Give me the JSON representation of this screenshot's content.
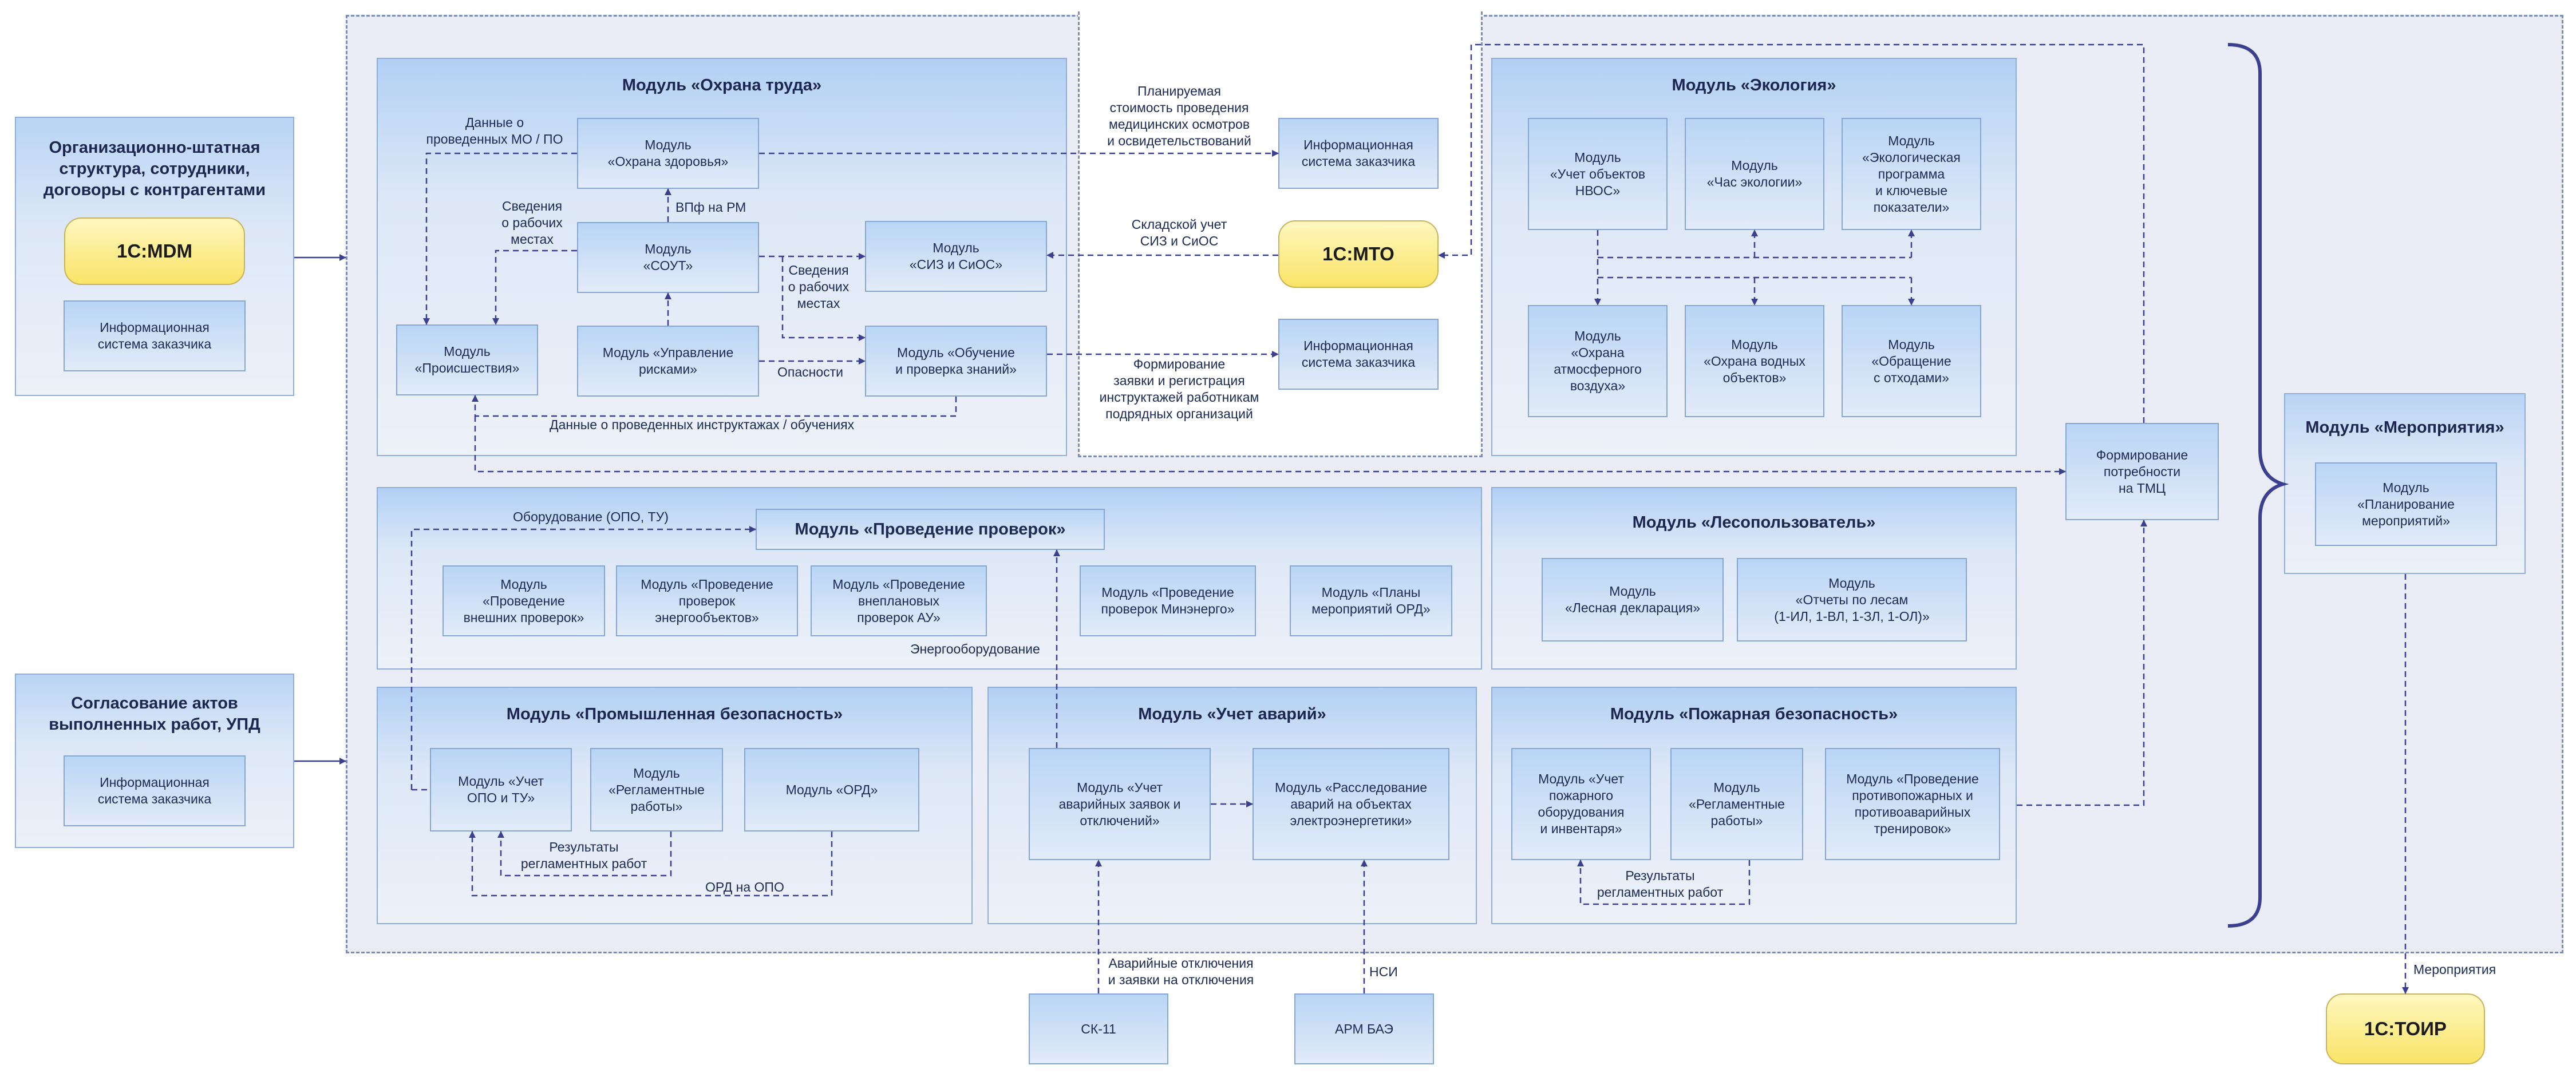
{
  "left": {
    "org_block": {
      "title": "Организационно-штатная\nструктура, сотрудники,\nдоговоры с контрагентами",
      "mdm_label": "1С:MDM",
      "client_system": "Информационная\nсистема заказчика"
    },
    "acts_block": {
      "title": "Согласование актов\nвыполненных работ, УПД",
      "client_system": "Информационная\nсистема заказчика"
    }
  },
  "labour": {
    "title": "Модуль «Охрана труда»",
    "health": "Модуль\n«Охрана здоровья»",
    "sout": "Модуль\n«СОУТ»",
    "siz": "Модуль\n«СИЗ и СиОС»",
    "incidents": "Модуль\n«Происшествия»",
    "risk": "Модуль «Управление\nрисками»",
    "training": "Модуль «Обучение\nи проверка знаний»",
    "lbl_mo_po": "Данные о\nпроведенных МО / ПО",
    "lbl_workplaces": "Сведения\nо рабочих\nместах",
    "lbl_vpf": "ВПф на РМ",
    "lbl_workplaces2": "Сведения\nо рабочих\nместах",
    "lbl_hazards": "Опасности",
    "lbl_briefings": "Данные о проведенных инструктажах / обучениях"
  },
  "middle": {
    "lbl_planned_cost": "Планируемая\nстоимость проведения\nмедицинских осмотров\nи освидетельствований",
    "client_system_1": "Информационная\nсистема заказчика",
    "lbl_warehouse": "Складской учет\nСИЗ и СиОС",
    "mto_label": "1С:МТО",
    "lbl_briefing_reg": "Формирование\nзаявки и регистрация\nинструктажей работникам\nподрядных организаций",
    "client_system_2": "Информационная\nсистема заказчика"
  },
  "ecology": {
    "title": "Модуль «Экология»",
    "nvos": "Модуль\n«Учет объектов\nНВОС»",
    "hour": "Модуль\n«Час экологии»",
    "program": "Модуль\n«Экологическая\nпрограмма\nи ключевые\nпоказатели»",
    "air": "Модуль\n«Охрана\nатмосферного\nвоздуха»",
    "water": "Модуль\n«Охрана водных\nобъектов»",
    "waste": "Модуль\n«Обращение\nс отходами»"
  },
  "tmc_box": "Формирование\nпотребности\nна ТМЦ",
  "events": {
    "title": "Модуль «Мероприятия»",
    "planning": "Модуль\n«Планирование\nмероприятий»"
  },
  "inspections": {
    "title": "Модуль «Проведение проверок»",
    "lbl_equipment": "Оборудование (ОПО, ТУ)",
    "external": "Модуль\n«Проведение\nвнешних проверок»",
    "energy": "Модуль «Проведение\nпроверок\nэнергообъектов»",
    "unplanned": "Модуль «Проведение\nвнеплановых\nпроверок АУ»",
    "minenergo": "Модуль «Проведение\nпроверок Минэнерго»",
    "ord_plans": "Модуль «Планы\nмероприятий ОРД»",
    "lbl_energy_equipment": "Энергооборудование"
  },
  "forestry": {
    "title": "Модуль «Лесопользователь»",
    "declaration": "Модуль\n«Лесная декларация»",
    "reports": "Модуль\n«Отчеты по лесам\n(1-ИЛ, 1-ВЛ, 1-ЗЛ, 1-ОЛ)»"
  },
  "industrial": {
    "title": "Модуль «Промышленная безопасность»",
    "opo": "Модуль «Учет\nОПО и ТУ»",
    "routine": "Модуль\n«Регламентные\nработы»",
    "ord": "Модуль «ОРД»",
    "lbl_routine_results": "Результаты\nрегламентных работ",
    "lbl_ord_opo": "ОРД на ОПО"
  },
  "accidents": {
    "title": "Модуль «Учет аварий»",
    "requests": "Модуль «Учет\nаварийных заявок и\nотключений»",
    "investigation": "Модуль «Расследование\nаварий на объектах\nэлектроэнергетики»"
  },
  "fire": {
    "title": "Модуль «Пожарная безопасность»",
    "equipment": "Модуль «Учет\nпожарного\nоборудования\nи инвентаря»",
    "routine": "Модуль\n«Регламентные\nработы»",
    "drills": "Модуль «Проведение\nпротивопожарных и\nпротивоаварийных\nтренировок»",
    "lbl_routine_results": "Результаты\nрегламентных работ"
  },
  "bottom": {
    "lbl_outages": "Аварийные отключения\nи заявки на отключения",
    "sk11": "СК-11",
    "lbl_nsi": "НСИ",
    "arm": "АРМ БАЭ",
    "lbl_events": "Мероприятия",
    "toir_label": "1С:ТОИР"
  }
}
